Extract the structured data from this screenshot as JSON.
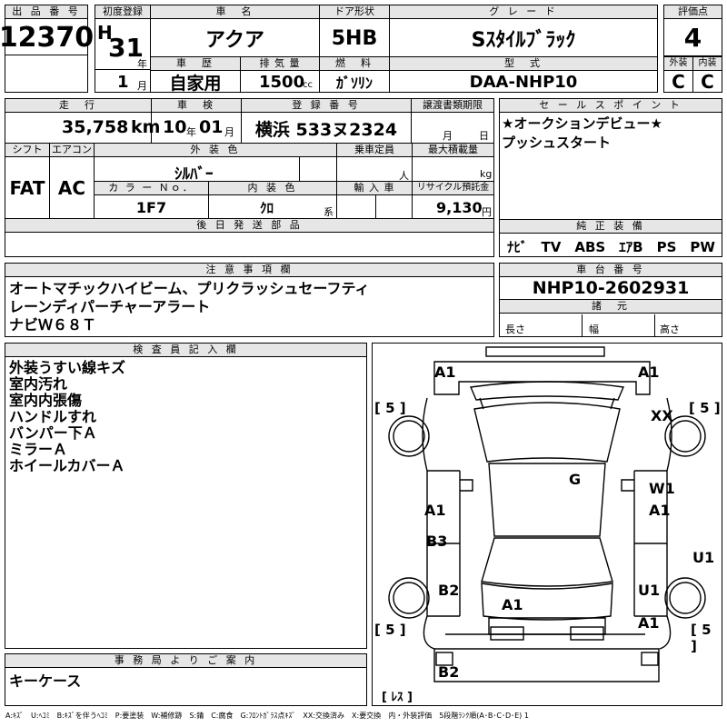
{
  "header": {
    "lot_label": "出 品 番 号",
    "lot_no": "12370",
    "first_reg_label": "初度登録",
    "era": "H",
    "year": "31",
    "year_unit": "年",
    "month": "1",
    "month_unit": "月",
    "name_label": "車　名",
    "name": "アクア",
    "door_label": "ドア形状",
    "door": "5HB",
    "grade_label": "グ レ ー ド",
    "grade": "Sｽﾀｲﾙﾌﾞﾗｯｸ",
    "score_label": "評価点",
    "score": "4",
    "history_label": "車　歴",
    "history": "自家用",
    "disp_label": "排 気 量",
    "disp": "1500",
    "disp_unit": "cc",
    "fuel_label": "燃　料",
    "fuel": "ｶﾞｿﾘﾝ",
    "model_label": "型　式",
    "model": "DAA-NHP10",
    "ext_label": "外装",
    "ext": "C",
    "int_label": "内装",
    "int": "C"
  },
  "row2": {
    "mileage_label": "走　行",
    "mileage": "35,758",
    "mileage_unit": "km",
    "inspect_label": "車　検",
    "inspect_y": "10",
    "inspect_yu": "年",
    "inspect_m": "01",
    "inspect_mu": "月",
    "plate_label": "登 録 番 号",
    "plate": "横浜 533ヌ2324",
    "transfer_label": "譲渡書類期限",
    "transfer_m": "月",
    "transfer_d": "日",
    "shift_label": "シフト",
    "shift": "FAT",
    "ac_label": "エアコン",
    "ac": "AC",
    "color_label": "外 装 色",
    "color": "ｼﾙﾊﾞｰ",
    "cap_label": "乗車定員",
    "cap_unit": "人",
    "load_label": "最大積載量",
    "load_unit": "kg",
    "color_no_label": "カ ラ ー Ｎｏ．",
    "color_no": "1F7",
    "int_color_label": "内 装 色",
    "int_color": "ｸﾛ",
    "int_color_unit": "系",
    "import_label": "輸 入 車",
    "recycle_label": "リサイクル預託金",
    "recycle": "9,130",
    "recycle_unit": "円",
    "later_label": "後 日 発 送 部 品"
  },
  "selling": {
    "label": "セ ー ル ス ポ イ ン ト",
    "lines": [
      "★オークションデビュー★",
      "プッシュスタート"
    ]
  },
  "equip": {
    "label": "純 正 装 備",
    "value": "ﾅﾋﾞ　TV　ABS　ｴｱB　PS　PW"
  },
  "caution": {
    "label": "注 意 事 項 欄",
    "lines": [
      "オートマチックハイビーム、プリクラッシュセーフティ",
      "レーンディパーチャーアラート",
      "ナビＷ６８Ｔ"
    ]
  },
  "chassis": {
    "label": "車 台 番 号",
    "value": "NHP10-2602931",
    "dim_label": "諸　元",
    "len": "長さ",
    "wid": "幅",
    "hei": "高さ"
  },
  "inspector": {
    "label": "検 査 員 記 入 欄",
    "lines": [
      "外装うすい線キズ",
      "室内汚れ",
      "室内内張傷",
      "ハンドルすれ",
      "バンパー下Ａ",
      "ミラーＡ",
      "ホイールカバーＡ"
    ]
  },
  "office": {
    "label": "事 務 局 よ り ご 案 内",
    "value": "キーケース"
  },
  "diagram": {
    "marks": [
      "A1",
      "A1",
      "XX",
      "G",
      "W1",
      "A1",
      "A1",
      "B3",
      "U1",
      "B2",
      "U1",
      "A1",
      "A1",
      "B2",
      "[ 5 ]",
      "[ 5 ]",
      "[ 5 ]",
      "[ 5 ]",
      "[ ﾚｽ ]"
    ]
  },
  "legend": "A:ｷｽﾞ　U:ﾍｺﾐ　B:ｷｽﾞを伴うﾍｺﾐ　P:要塗装　W:補修跡　S:錆　C:腐食　G:ﾌﾛﾝﾄｶﾞﾗｽ点ｷｽﾞ　XX:交換済み　X:要交換　内・外装評価　5段階ﾗﾝｸ順(A･B･C･D･E) 1"
}
